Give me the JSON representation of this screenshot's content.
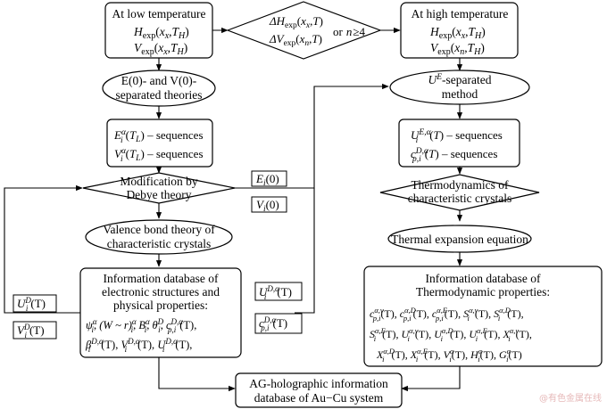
{
  "box_low_temp": [
    "At low temperature",
    "Hₑₓₚ(xₓ, T_H)",
    "Vₑₓₚ(xₓ, T_H)"
  ],
  "low_temp": {
    "title": "At low temperature",
    "h": "H",
    "hsub": "exp",
    "hargs": "(x",
    "x_sub": "x",
    "t": ",T",
    "tsub": "H",
    "close": ")",
    "v": "V"
  },
  "decision": {
    "line1_main": "ΔH",
    "line1_sub": "exp",
    "line1_args": "(x",
    "line1_xsub": "x",
    "line1_end": ",T)",
    "line2_main": "ΔV",
    "line2_sub": "exp",
    "line2_args": "(x",
    "line2_xsub": "n",
    "line2_end": ",T)",
    "or": "or",
    "n": "n",
    "ge": "≥",
    "four": "4"
  },
  "high_temp": {
    "title": "At high temperature",
    "h": "H",
    "hsub": "exp",
    "x_sub": "x",
    "v": "V",
    "v_x_sub": "n"
  },
  "ev_theories": {
    "line1": "E(0)- and V(0)-",
    "line2": "separated theories"
  },
  "ue_method": {
    "u": "U",
    "sup": "E",
    "line1_rest": "-separated",
    "line2": "method"
  },
  "seq_left": {
    "e": "E",
    "sub": "i",
    "sup": "α",
    "targ": "(T",
    "tsub": "L",
    "rest": ") – sequences",
    "v": "V"
  },
  "seq_right": {
    "u": "U",
    "sub": "i",
    "sup": "E,α",
    "targ": "(T) – sequences",
    "c": "c",
    "csub": "p,i",
    "csup": "D,α"
  },
  "modification": {
    "line1": "Modification by",
    "line2": "Debye theory"
  },
  "ei_label": {
    "main": "E",
    "sub": "i",
    "rest": "(0)"
  },
  "vi_label": {
    "main": "V",
    "sub": "i",
    "rest": "(0)"
  },
  "thermo_diamond": {
    "line1": "Thermodynamics of",
    "line2": "characteristic crystals"
  },
  "valence": {
    "line1": "Valence bond theory of",
    "line2": "characteristic crystals"
  },
  "thermal_exp": {
    "label": "Thermal expansion equation"
  },
  "db_left": {
    "line1": "Information database of",
    "line2": "electronic structures and",
    "line3": "physical properties:",
    "f1": "ψ",
    "f2": "(W ~ r)",
    "f3": "B",
    "f4": "θ",
    "f5": "c",
    "f6": "β",
    "f7": "V",
    "f8": "U",
    "i": "i",
    "alpha": "α",
    "D": "D",
    "Da": "D,α",
    "pi": "p,i",
    "T": "(T)",
    "comma": ","
  },
  "db_right": {
    "line1": "Information database of",
    "line2": "Thermodynamic properties:"
  },
  "ud_left": {
    "main": "U",
    "sub": "i",
    "sup": "D",
    "rest": "(T)"
  },
  "vd_left": {
    "main": "V",
    "sub": "i",
    "sup": "D",
    "rest": "(T)"
  },
  "ud_mid": {
    "main": "U",
    "sub": "i",
    "sup": "D,α",
    "rest": "(T)"
  },
  "cd_mid": {
    "main": "c",
    "sub": "p,i",
    "sup": "D,α",
    "rest": "(T)"
  },
  "final": {
    "line1": "AG-holographic information",
    "line2": "database of Au−Cu system"
  },
  "watermark": "@有色金属在线"
}
